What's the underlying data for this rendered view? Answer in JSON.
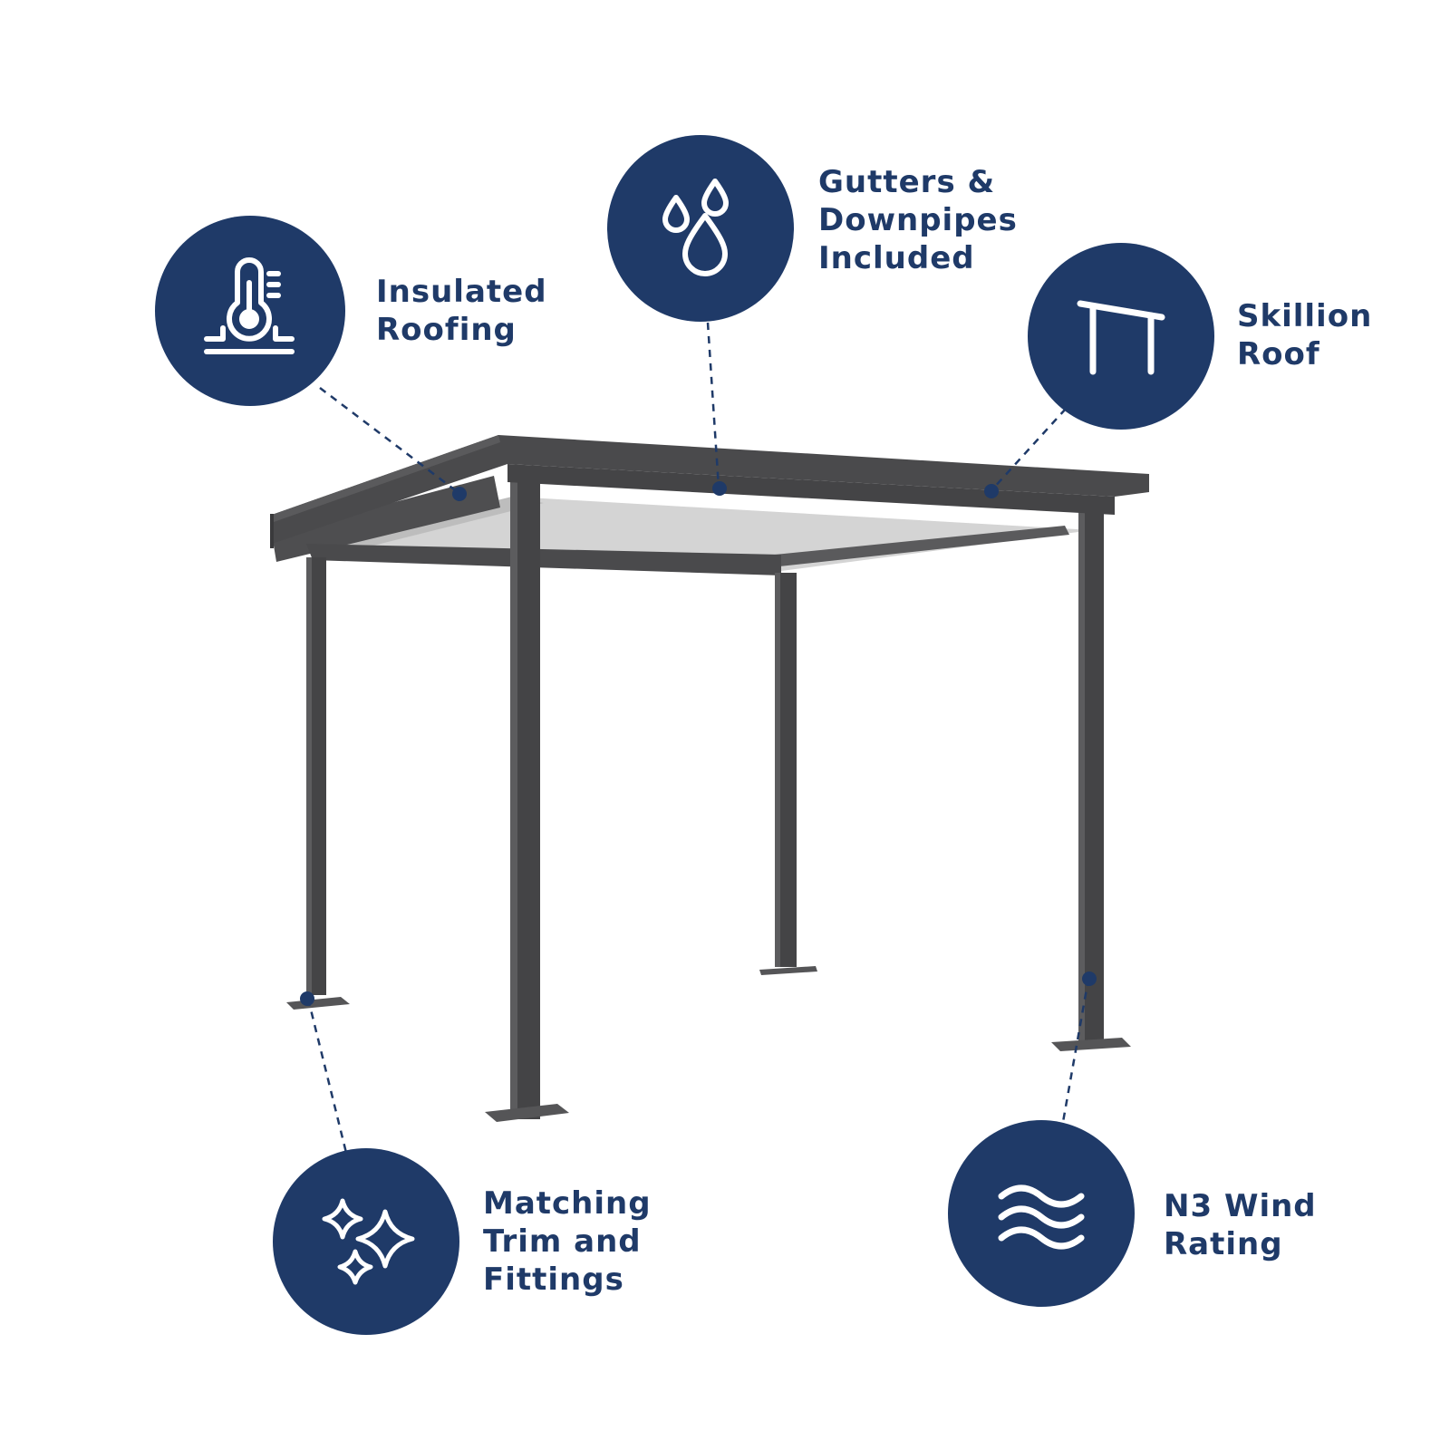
{
  "colors": {
    "brand_navy": "#1f3a68",
    "frame_gray": "#4a4a4c",
    "frame_dark": "#3c3c3e",
    "underside": "#cfcfcf",
    "background": "#ffffff"
  },
  "features": [
    {
      "id": "insulated-roofing",
      "icon": "thermometer-insulation-icon",
      "lines": [
        "Insulated",
        "Roofing"
      ]
    },
    {
      "id": "gutters-downpipes",
      "icon": "water-drops-icon",
      "lines": [
        "Gutters &",
        "Downpipes",
        "Included"
      ]
    },
    {
      "id": "skillion-roof",
      "icon": "skillion-roof-icon",
      "lines": [
        "Skillion",
        "Roof"
      ]
    },
    {
      "id": "matching-trim",
      "icon": "sparkles-icon",
      "lines": [
        "Matching",
        "Trim and",
        "Fittings"
      ]
    },
    {
      "id": "wind-rating",
      "icon": "wind-waves-icon",
      "lines": [
        "N3 Wind",
        "Rating"
      ]
    }
  ]
}
